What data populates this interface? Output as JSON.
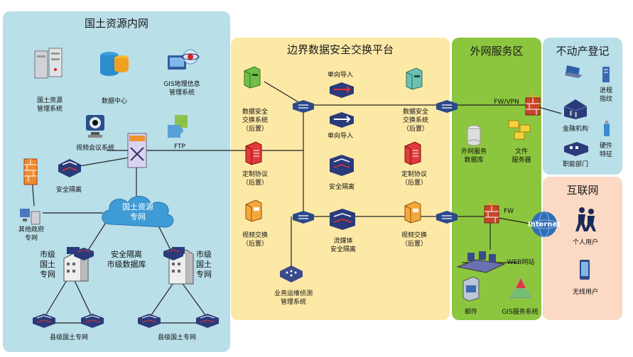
{
  "zones": {
    "internal": {
      "title": "国土资源内网",
      "color": "#b9dfe9"
    },
    "border": {
      "title": "边界数据安全交换平台",
      "color": "#fde9a6"
    },
    "external": {
      "title": "外网服务区",
      "color": "#8cc63f"
    },
    "realestate": {
      "title": "不动产登记",
      "color": "#b9dfe9"
    },
    "internet": {
      "title": "互联网",
      "color": "#fbd9c4"
    }
  },
  "internal": {
    "land_system": "国土资源\n管理系统",
    "data_center": "数据中心",
    "gis_system": "GIS地理信息\n管理系统",
    "video_conf": "视频会议系统",
    "ftp": "FTP",
    "security_iso": "安全隔离",
    "other_gov": "其他政府\n专网",
    "cloud": "国土资源\n专网",
    "city_security": "安全隔离\n市级数据库",
    "city_net_left": "市级\n国土\n专网",
    "city_net_right": "市级\n国土\n专网",
    "county_left": "县级国土专网",
    "county_right": "县级国土专网"
  },
  "border": {
    "data_exchange_left": "数据安全\n交换系统\n（后置）",
    "one_way_top": "单向导入",
    "one_way_mid": "单向导入",
    "data_exchange_right": "数据安全\n交换系统\n（后置）",
    "custom_left": "定制协议\n（后置）",
    "security_iso": "安全隔离",
    "custom_right": "定制协议\n（后置）",
    "video_left": "视频交换\n（后置）",
    "stream_iso": "流媒体\n安全隔离",
    "video_right": "视频交换\n（后置）",
    "ops_mgmt": "业务运维侦测\n管理系统"
  },
  "external": {
    "fw_vpn": "FW/VPN",
    "ext_db": "外网服务\n数据库",
    "file_server": "文件\n服务器",
    "fw": "FW",
    "web_site": "WEB网站",
    "mail": "邮件",
    "gis_service": "GIS服务系统"
  },
  "realestate": {
    "progress": "进程\n指纹",
    "finance": "金融机构",
    "hardware": "硬件\n特征",
    "departments": "职能部门"
  },
  "internet": {
    "internet_globe": "Internet",
    "personal_user": "个人用户",
    "wireless_user": "无线用户"
  }
}
